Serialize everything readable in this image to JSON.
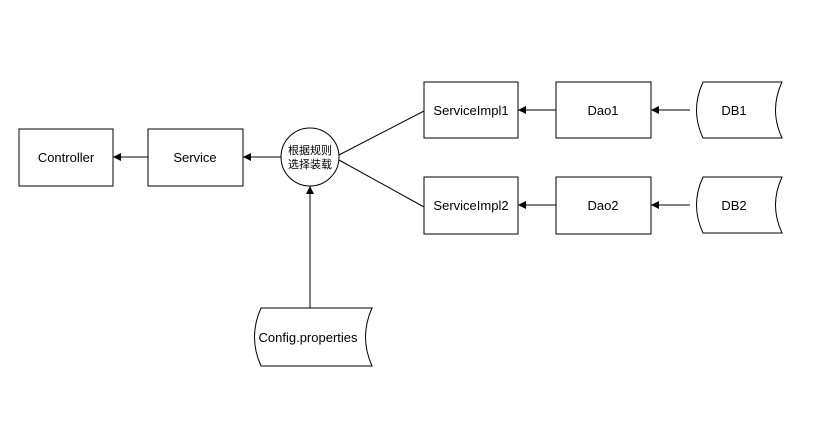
{
  "diagram": {
    "nodes": {
      "controller": "Controller",
      "service": "Service",
      "selector_line1": "根据规则",
      "selector_line2": "选择装载",
      "service_impl1": "ServiceImpl1",
      "service_impl2": "ServiceImpl2",
      "dao1": "Dao1",
      "dao2": "Dao2",
      "db1": "DB1",
      "db2": "DB2",
      "config": "Config.properties"
    },
    "colors": {
      "stroke": "#000000",
      "fill": "#ffffff",
      "text": "#000000"
    }
  }
}
